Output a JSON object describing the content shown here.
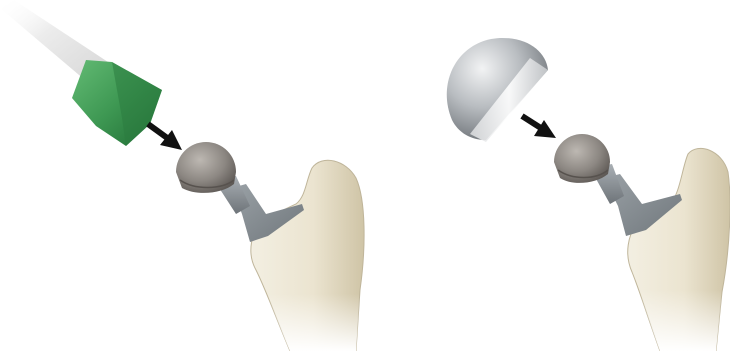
{
  "figure": {
    "panels": [
      {
        "id": "left",
        "items": [
          "impaction-instrument",
          "arrow",
          "femoral-head-trial",
          "femoral-stem",
          "femur"
        ]
      },
      {
        "id": "right",
        "items": [
          "modular-femoral-head",
          "arrow",
          "femoral-head-trial",
          "femoral-stem",
          "femur"
        ]
      }
    ],
    "colors": {
      "background": "#ffffff",
      "bone": "#ece6d4",
      "bone_shadow": "#c9bf9f",
      "metal": "#8c9297",
      "trial_head": "#8e8a86",
      "green_impactor": "#3f9a56",
      "shaft": "#e4e4e4",
      "arrow": "#111111",
      "ball_head": "#b8bcc0"
    }
  }
}
